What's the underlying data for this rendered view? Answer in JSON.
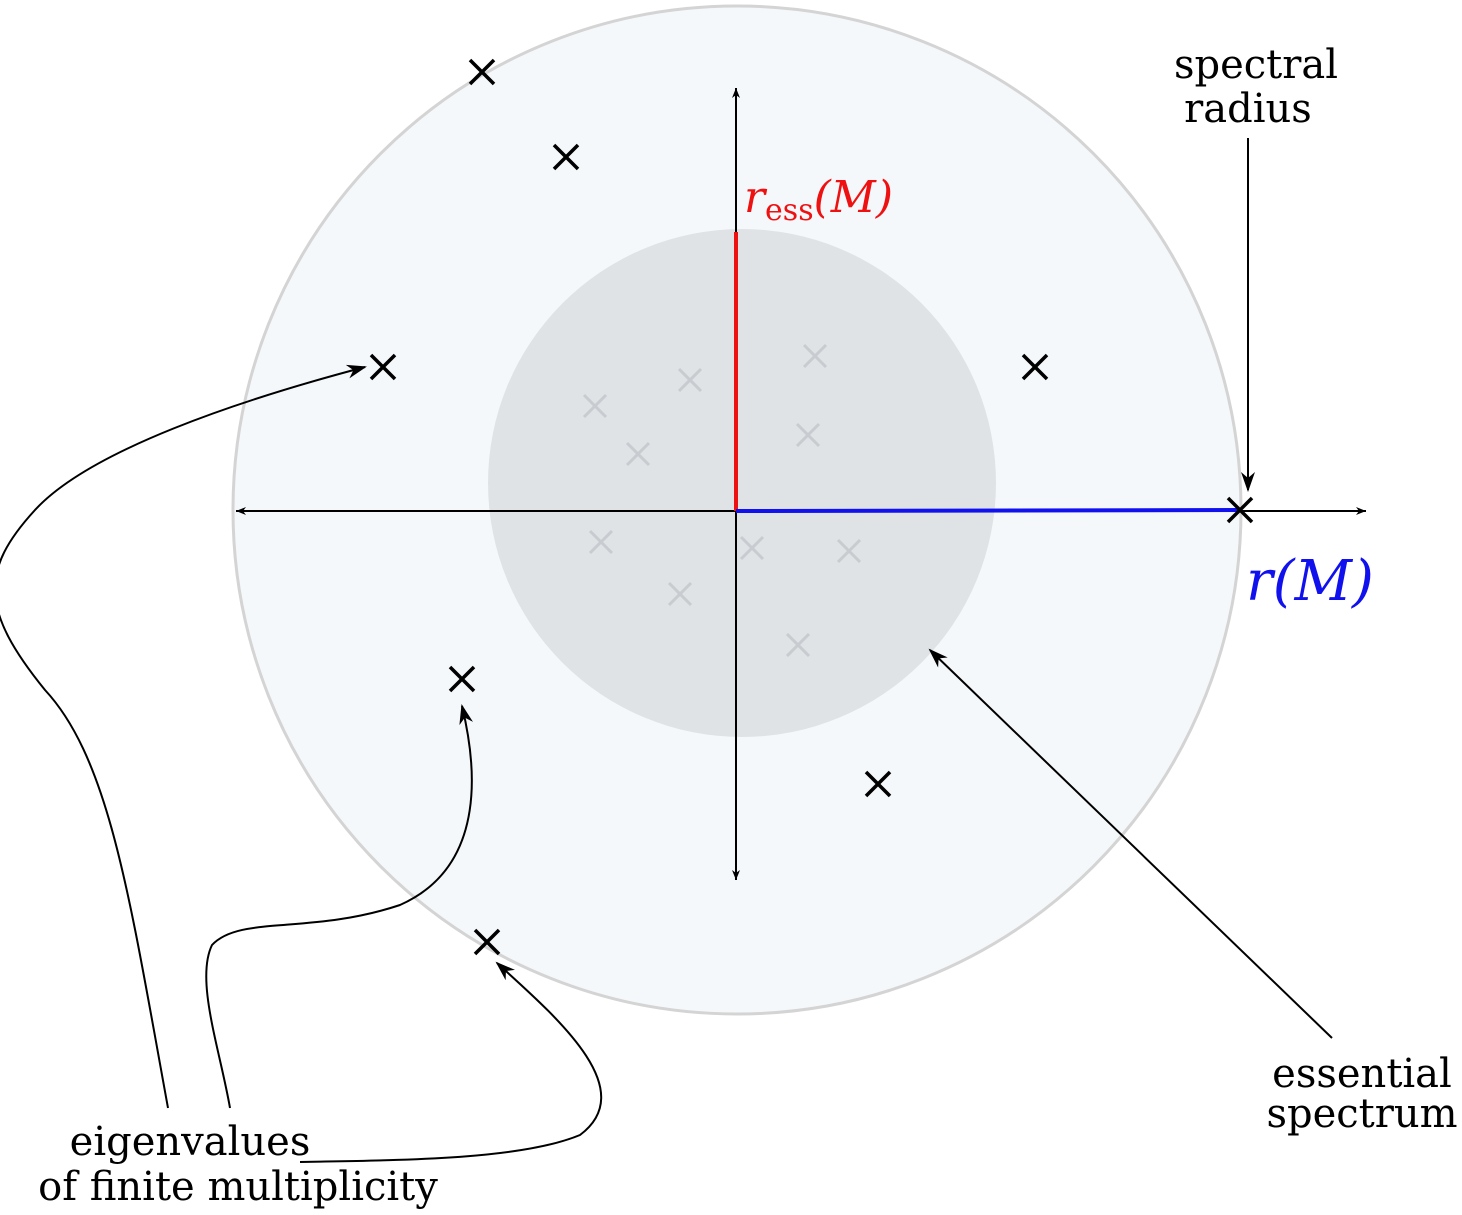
{
  "labels": {
    "spectral_radius_line1": "spectral",
    "spectral_radius_line2": "radius",
    "essential_spectrum_line1": "essential",
    "essential_spectrum_line2": "spectrum",
    "eigenvalues_line1": "eigenvalues",
    "eigenvalues_line2": "of finite multiplicity"
  },
  "math": {
    "r_ess": {
      "symbol": "r",
      "subscript": "ess",
      "argument": "(M)",
      "color": "#ee1111"
    },
    "r_M": {
      "symbol": "r",
      "argument": "(M)",
      "color": "#1111ee"
    }
  },
  "colors": {
    "outer_disk_fill": "#f5f8fa",
    "outer_disk_stroke": "#d4d4d4",
    "inner_disk_fill": "#e0e3e6",
    "axis": "#000000",
    "ess_radius_line": "#ee1111",
    "spectral_radius_line": "#1111ee",
    "eigenvalue_mark": "#000000",
    "faint_mark": "#c8ccd0"
  }
}
